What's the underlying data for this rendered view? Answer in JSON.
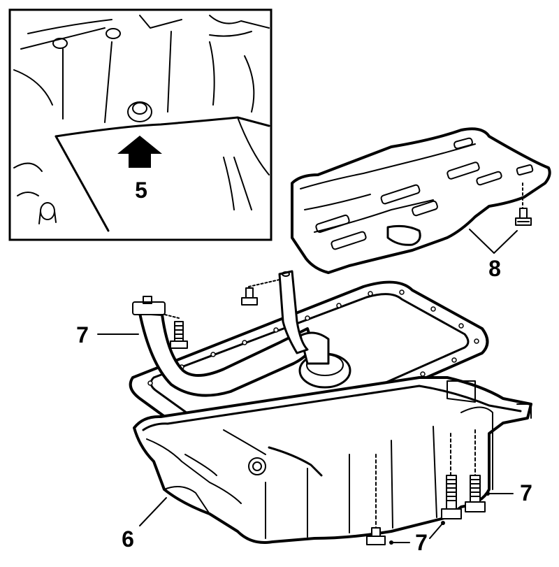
{
  "figure": {
    "callouts": {
      "inset_plug": "5",
      "oil_pan": "6",
      "pickup_tube": "7",
      "right_bolts": "7",
      "bottom_bolt": "7",
      "baffle": "8"
    }
  }
}
